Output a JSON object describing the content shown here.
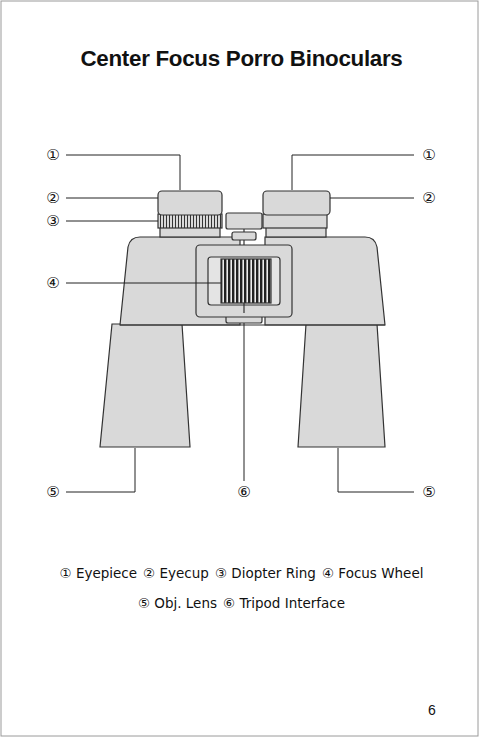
{
  "diagram": {
    "title": "Center Focus Porro Binoculars",
    "labels": [
      "①",
      "①",
      "②",
      "②",
      "③",
      "④",
      "⑤",
      "⑥",
      "⑤",
      "① Eyepiece",
      "② Eyecup",
      "③ Diopter Ring",
      "④ Focus Wheel",
      "⑤ Obj. Lens",
      "⑥ Tripod Interface",
      "6"
    ]
  }
}
